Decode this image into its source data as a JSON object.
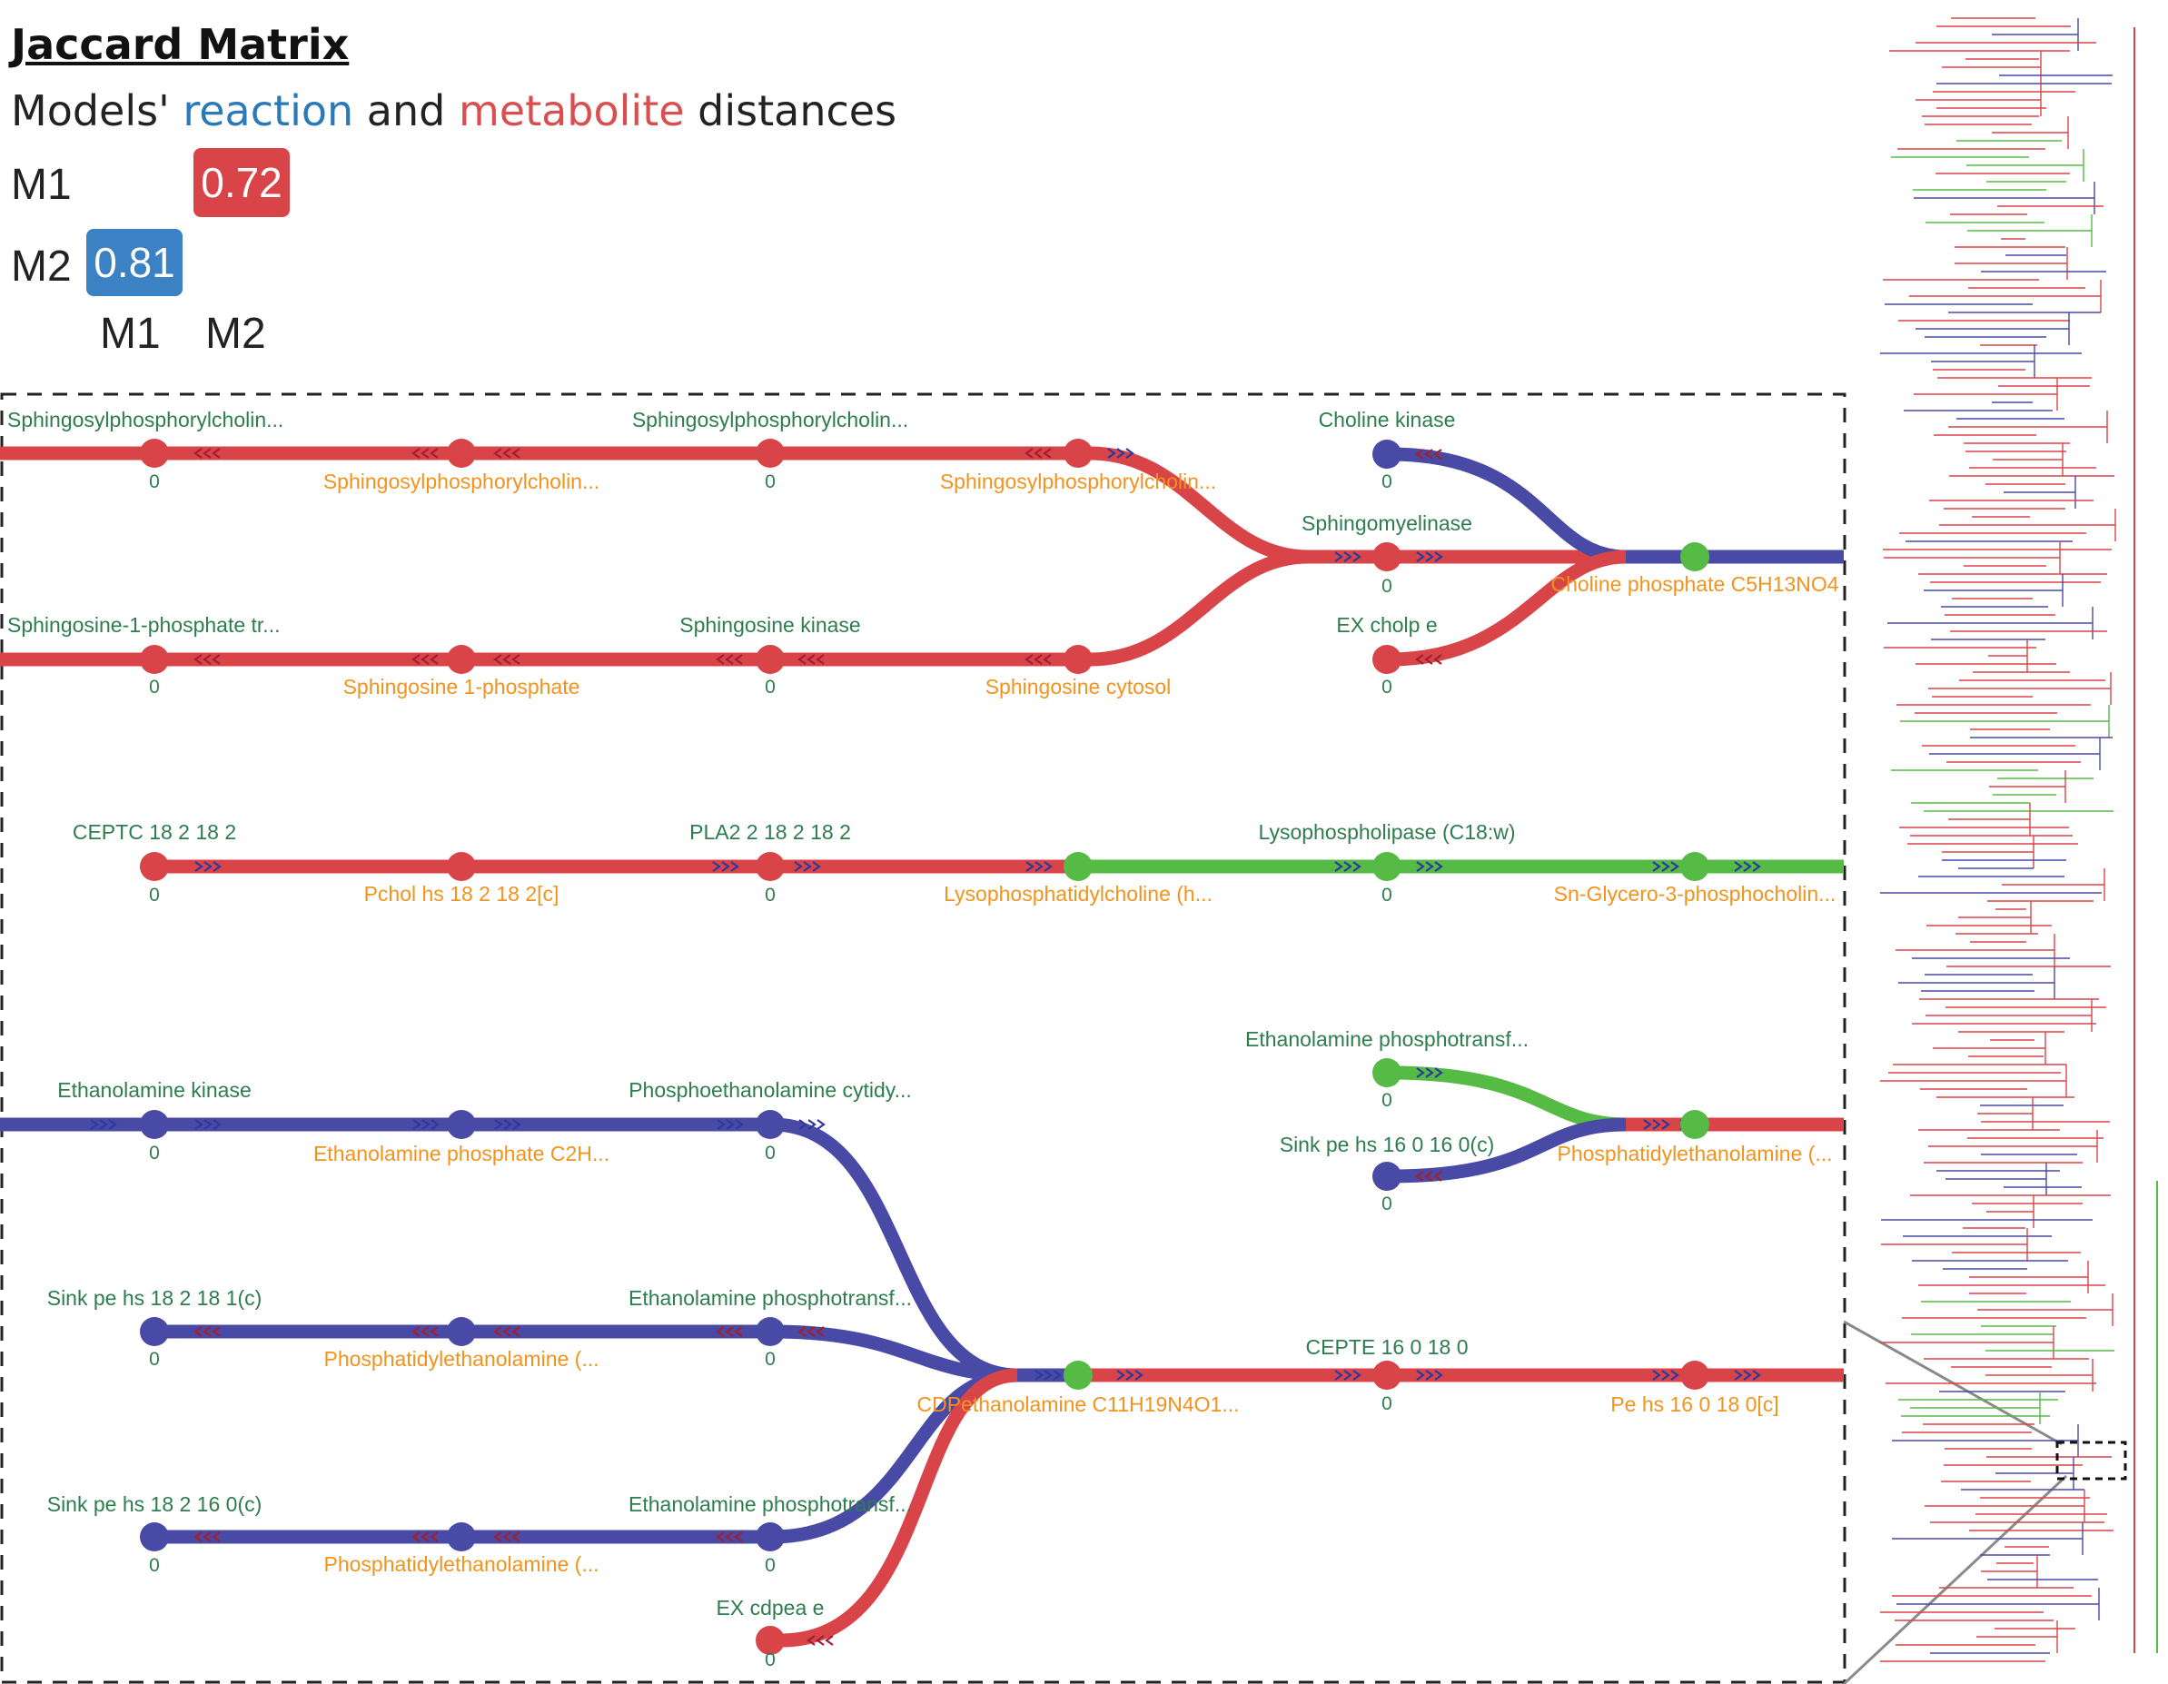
{
  "header": {
    "title": "Jaccard Matrix",
    "subtitle_pre": "Models'",
    "subtitle_reaction": "reaction",
    "subtitle_and": "and",
    "subtitle_metabolite": "metabolite",
    "subtitle_post": "distances",
    "row_labels": [
      "M1",
      "M2"
    ],
    "col_labels": [
      "M1",
      "M2"
    ],
    "metabolite_value": "0.72",
    "reaction_value": "0.81"
  },
  "colors": {
    "red": "#d94448",
    "blue": "#4949a6",
    "green": "#55bb44",
    "label_green": "#2e7d4e",
    "label_orange": "#f2931e",
    "reaction_blue": "#2a7ab8",
    "metabolite_red": "#d94f50"
  },
  "network": {
    "reaction_labels": [
      "Sphingosylphosphorylcholin...",
      "Sphingosylphosphorylcholin...",
      "Choline kinase",
      "Sphingomyelinase",
      "Sphingosine-1-phosphate tr...",
      "Sphingosine kinase",
      "EX cholp e",
      "CEPTC 18 2 18 2",
      "PLA2 2 18 2 18 2",
      "Lysophospholipase (C18:w)",
      "Ethanolamine phosphotransf...",
      "Ethanolamine kinase",
      "Phosphoethanolamine cytidy...",
      "Sink pe hs 16 0 16 0(c)",
      "Sink pe hs 18 2 18 1(c)",
      "Ethanolamine phosphotransf...",
      "CEPTE 16 0 18 0",
      "Sink pe hs 18 2 16 0(c)",
      "Ethanolamine phosphotransf...",
      "EX cdpea e"
    ],
    "metabolite_labels": [
      "Sphingosylphosphorylcholin...",
      "Sphingosylphosphorylcholin...",
      "Choline phosphate C5H13NO4",
      "Sphingosine 1-phosphate",
      "Sphingosine cytosol",
      "Pchol hs 18 2 18 2[c]",
      "Lysophosphatidylcholine (h...",
      "Sn-Glycero-3-phosphocholin...",
      "Ethanolamine phosphate C2H...",
      "Phosphatidylethanolamine (...",
      "Phosphatidylethanolamine (...",
      "CDPethanolamine C11H19N4O1...",
      "Pe hs 16 0 18 0[c]",
      "Phosphatidylethanolamine (..."
    ],
    "flux_value": "0"
  }
}
